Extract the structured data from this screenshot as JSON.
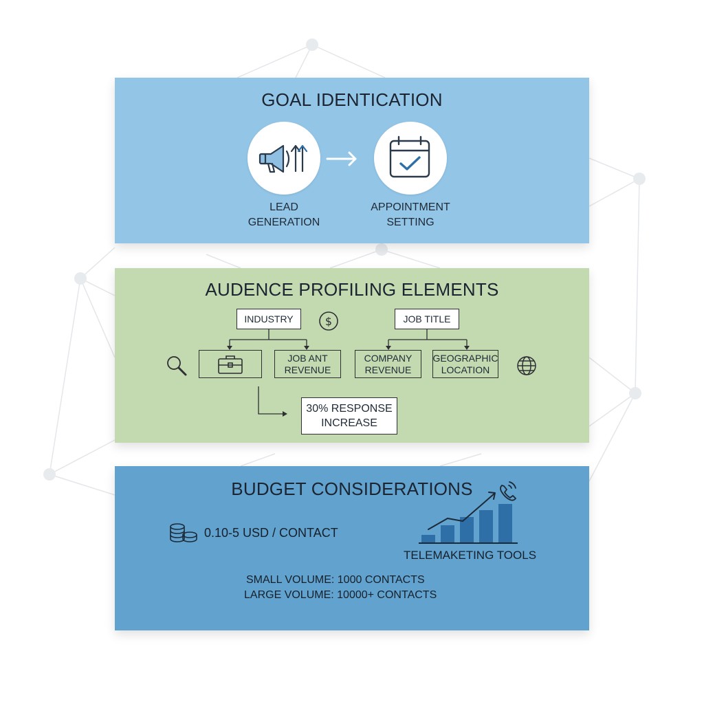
{
  "goal": {
    "title": "GOAL IDENTICATION",
    "items": [
      {
        "label_line1": "LEAD",
        "label_line2": "GENERATION",
        "icon": "megaphone-icon"
      },
      {
        "label_line1": "APPOINTMENT",
        "label_line2": "SETTING",
        "icon": "calendar-check-icon"
      }
    ]
  },
  "audience": {
    "title": "AUDENCE PROFILING ELEMENTS",
    "industry": "INDUSTRY",
    "job_title": "JOB TITLE",
    "job_revenue_line1": "JOB ANT",
    "job_revenue_line2": "REVENUE",
    "company_revenue_line1": "COMPANY",
    "company_revenue_line2": "REVENUE",
    "geographic_line1": "GEOGRAPHIC",
    "geographic_line2": "LOCATION",
    "response_line1": "30% RESPONSE",
    "response_line2": "INCREASE"
  },
  "budget": {
    "title": "BUDGET CONSIDERATIONS",
    "cost": "0.10-5 USD / CONTACT",
    "tools": "TELEMAKETING TOOLS",
    "small_volume": "SMALL VOLUME: 1000 CONTACTS",
    "large_volume": "LARGE VOLUME: 10000+ CONTACTS"
  },
  "colors": {
    "goal_panel": "#93c5e7",
    "audience_panel": "#c3d9b0",
    "budget_panel": "#62a2ce",
    "icon_stroke": "#2b3a4a",
    "icon_blue": "#2f6fa8"
  }
}
